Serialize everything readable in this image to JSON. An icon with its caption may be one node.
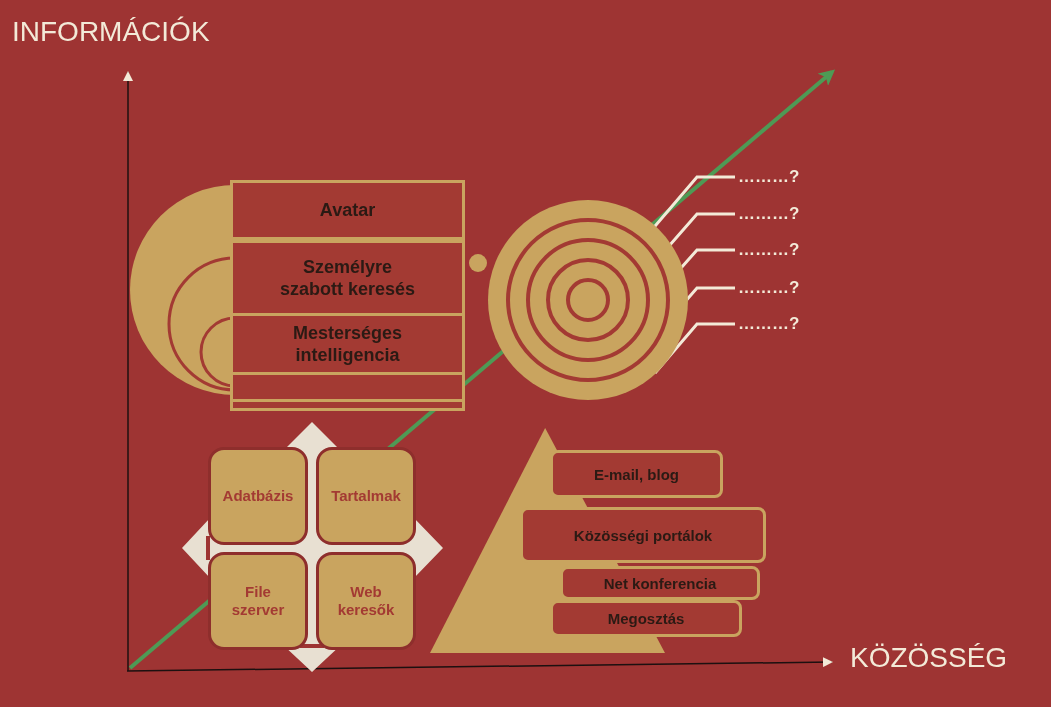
{
  "diagram": {
    "nodes": [
      {
        "text": [
          "Avatar"
        ]
      },
      {
        "text": [
          "Személyre szabott keresés"
        ]
      },
      {
        "text": [
          "Mesterséges intelligencia"
        ]
      },
      {
        "text": [],
        "shape": "box"
      },
      {
        "text": [],
        "shape": "box"
      },
      {
        "text": [],
        "shape": "circle"
      },
      {
        "text": [
          "………?"
        ]
      },
      {
        "text": [
          "………?"
        ]
      },
      {
        "text": [
          "………?"
        ]
      },
      {
        "text": [
          "………?"
        ]
      },
      {
        "text": [
          "………?"
        ]
      },
      {
        "text": [
          "Adatbázis"
        ]
      },
      {
        "text": [
          "Tartalmak"
        ]
      },
      {
        "text": [
          "File szerver"
        ]
      },
      {
        "text": [
          "Web keresők"
        ]
      },
      {
        "text": [],
        "shape": "triangle"
      },
      {
        "text": [
          "E-mail, blog"
        ]
      },
      {
        "text": [
          "Közösségi portálok"
        ]
      },
      {
        "text": [
          "Net konferencia"
        ]
      },
      {
        "text": [
          "Megosztás"
        ]
      }
    ],
    "edges": [
      {
        "from": 6,
        "to": 5,
        "arrow": "none"
      },
      {
        "from": 7,
        "to": 5,
        "arrow": "none"
      },
      {
        "from": 8,
        "to": 5,
        "arrow": "none"
      },
      {
        "from": 9,
        "to": 5,
        "arrow": "none"
      },
      {
        "from": 10,
        "to": 5,
        "arrow": "none"
      }
    ],
    "labels": [
      "INFORMÁCIÓK",
      "KÖZÖSSÉG"
    ]
  }
}
